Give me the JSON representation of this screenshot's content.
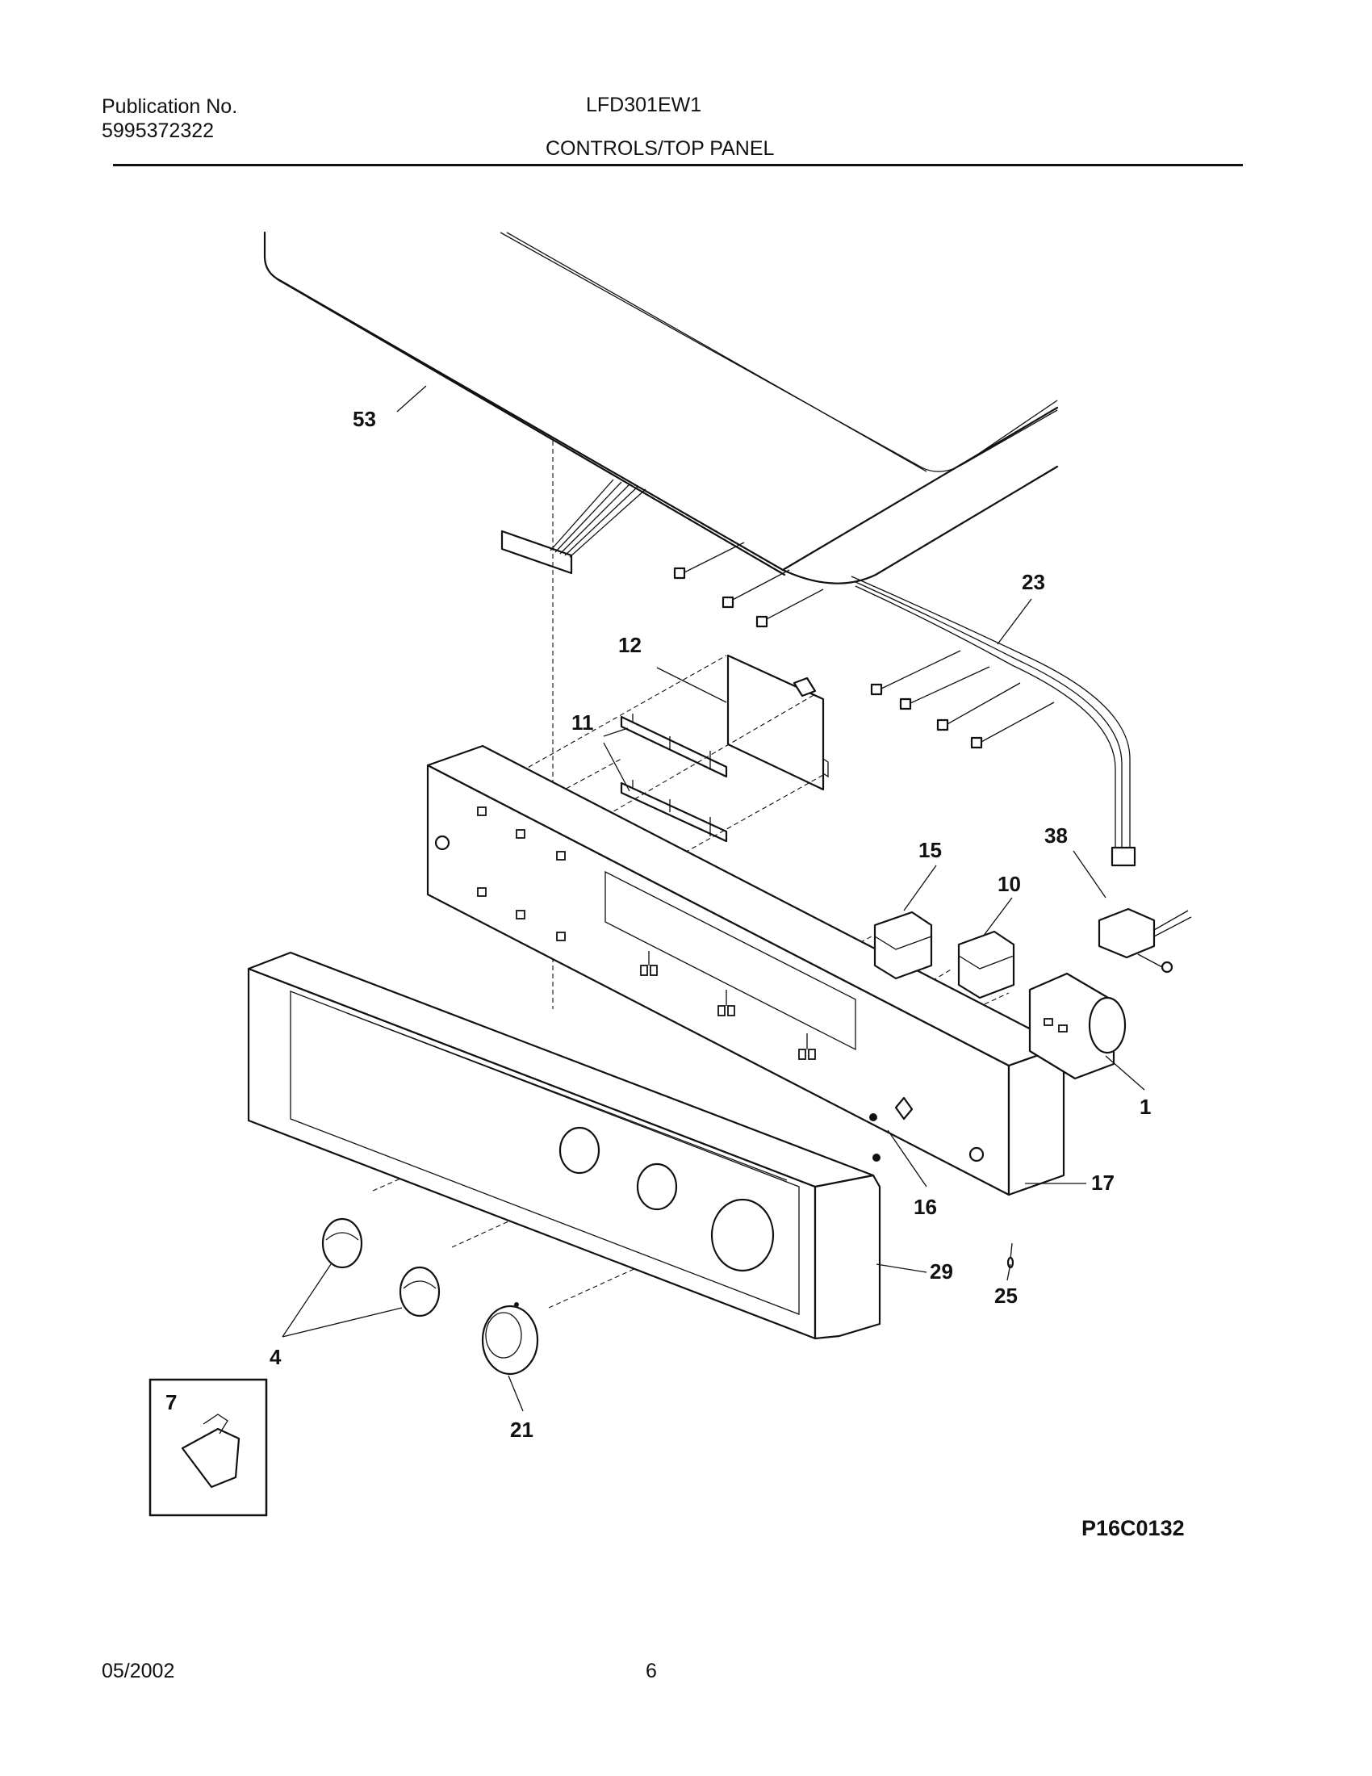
{
  "header": {
    "publication_label": "Publication No.",
    "publication_number": "5995372322",
    "model": "LFD301EW1",
    "section_title": "CONTROLS/TOP PANEL"
  },
  "diagram": {
    "reference_code": "P16C0132",
    "callouts": {
      "c53": "53",
      "c23": "23",
      "c12": "12",
      "c11": "11",
      "c15": "15",
      "c10": "10",
      "c38": "38",
      "c1": "1",
      "c17": "17",
      "c16": "16",
      "c29": "29",
      "c25": "25",
      "c4": "4",
      "c21": "21",
      "c7": "7"
    }
  },
  "footer": {
    "date": "05/2002",
    "page_number": "6"
  }
}
